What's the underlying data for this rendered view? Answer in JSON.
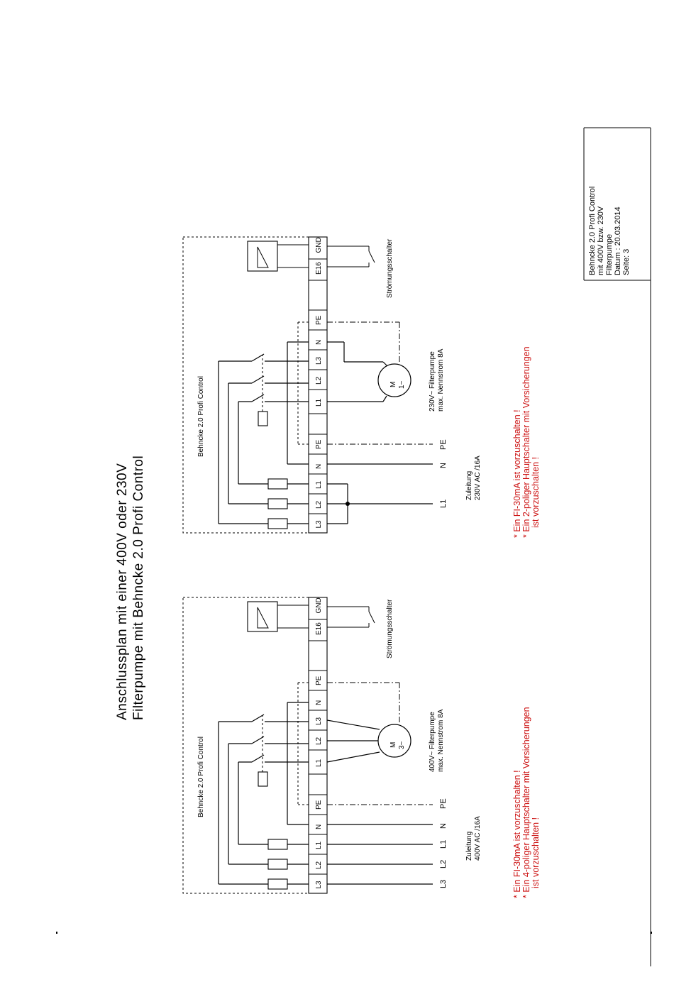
{
  "title": {
    "line1": "Anschlussplan mit einer 400V oder 230V",
    "line2": "Filterpumpe mit Behncke 2.0 Profi Control"
  },
  "info_block": {
    "line1": "Behncke 2.0 Profi Control",
    "line2": "mit 400V bzw. 230V",
    "line3": "Filterpumpe",
    "line4": "Datum : 20.03.2014",
    "line5": "Seite: 3"
  },
  "diagram_400v": {
    "controller_label": "Behncke 2.0 Profi Control",
    "terminals": [
      "L3",
      "L2",
      "L1",
      "N",
      "PE",
      "L1",
      "L2",
      "L3",
      "N",
      "PE",
      "E16",
      "GND"
    ],
    "flow_switch": "Strömungsschalter",
    "motor_m": "M",
    "motor_phase": "3~",
    "pump_line1": "400V~ Filterpumpe",
    "pump_line2": "max. Nennstrom 8A",
    "supply_labels": [
      "L3",
      "L2",
      "L1",
      "N",
      "PE"
    ],
    "zuleitung1": "Zuleitung",
    "zuleitung2": "400V AC /16A",
    "note1": "* Ein FI-30mA ist vorzuschalten !",
    "note2": "* Ein 4-poliger Hauptschalter mit Vorsicherungen",
    "note3": "ist vorzuschalten !"
  },
  "diagram_230v": {
    "controller_label": "Behncke 2.0 Profi Control",
    "terminals": [
      "L3",
      "L2",
      "L1",
      "N",
      "PE",
      "L1",
      "L2",
      "L3",
      "N",
      "PE",
      "E16",
      "GND"
    ],
    "flow_switch": "Strömungsschalter",
    "motor_m": "M",
    "motor_phase": "1~",
    "pump_line1": "230V~ Filterpumpe",
    "pump_line2": "max. Nennstrom 8A",
    "supply_labels": [
      "L1",
      "N",
      "PE"
    ],
    "zuleitung1": "Zuleitung",
    "zuleitung2": "230V AC /16A",
    "note1": "* Ein FI-30mA ist vorzuschalten !",
    "note2": "* Ein 2-poliger Hauptschalter mit Vorsicherungen",
    "note3": "ist vorzuschalten !"
  }
}
